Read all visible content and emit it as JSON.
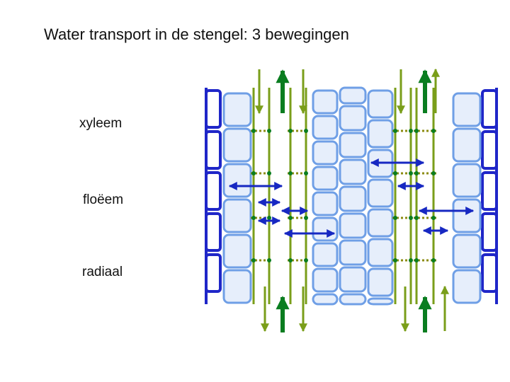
{
  "title": "Water transport in de stengel: 3 bewegingen",
  "labels": {
    "xylem": "xyleem",
    "phloem": "floëem",
    "radial": "radiaal"
  },
  "colors": {
    "cell_wall": "#1f26c8",
    "cell_fill": "#e6eefb",
    "cell_border": "#6f9fe6",
    "xylem_arrow": "#0a7d20",
    "phloem_arrow": "#7a9e1a",
    "radial_arrow": "#1728c2",
    "sieve_plate": "#8b8b10"
  }
}
